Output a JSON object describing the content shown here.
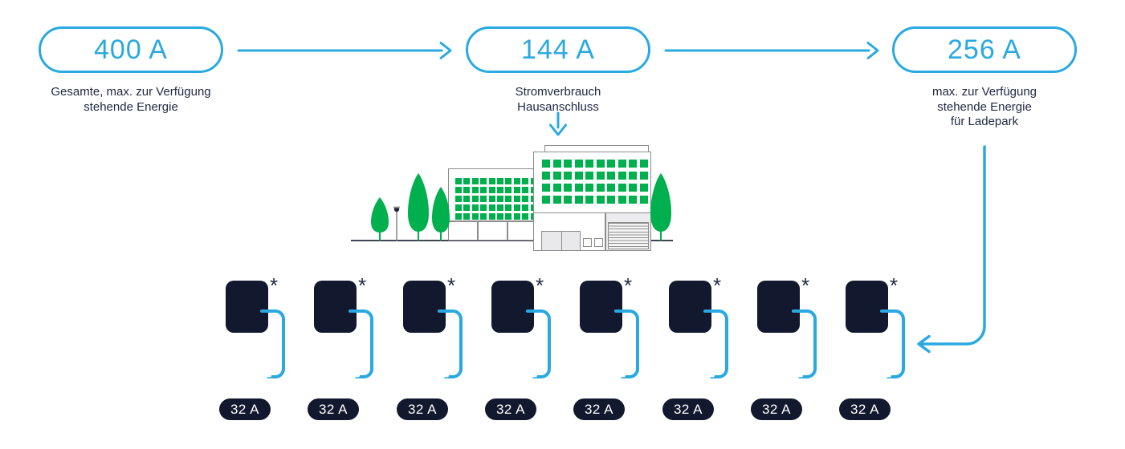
{
  "colors": {
    "accent_blue": "#29A9E0",
    "dark_navy": "#1E2742",
    "box_navy": "#12182E",
    "green": "#00AF4D"
  },
  "nodes": [
    {
      "value": "400 A",
      "label_lines": [
        "Gesamte, max. zur Verfügung",
        "stehende Energie"
      ]
    },
    {
      "value": "144 A",
      "label_lines": [
        "Stromverbrauch",
        "Hausanschluss"
      ]
    },
    {
      "value": "256 A",
      "label_lines": [
        "max. zur Verfügung",
        "stehende Energie",
        "für Ladepark"
      ]
    }
  ],
  "chargers": [
    {
      "current_label": "32 A",
      "note": "*"
    },
    {
      "current_label": "32 A",
      "note": "*"
    },
    {
      "current_label": "32 A",
      "note": "*"
    },
    {
      "current_label": "32 A",
      "note": "*"
    },
    {
      "current_label": "32 A",
      "note": "*"
    },
    {
      "current_label": "32 A",
      "note": "*"
    },
    {
      "current_label": "32 A",
      "note": "*"
    },
    {
      "current_label": "32 A",
      "note": "*"
    }
  ],
  "scene": {
    "left_building_windows": {
      "rows": 5,
      "cols": 10
    },
    "right_building_windows": {
      "rows": 4,
      "cols": 10
    },
    "tree_count": 4
  }
}
